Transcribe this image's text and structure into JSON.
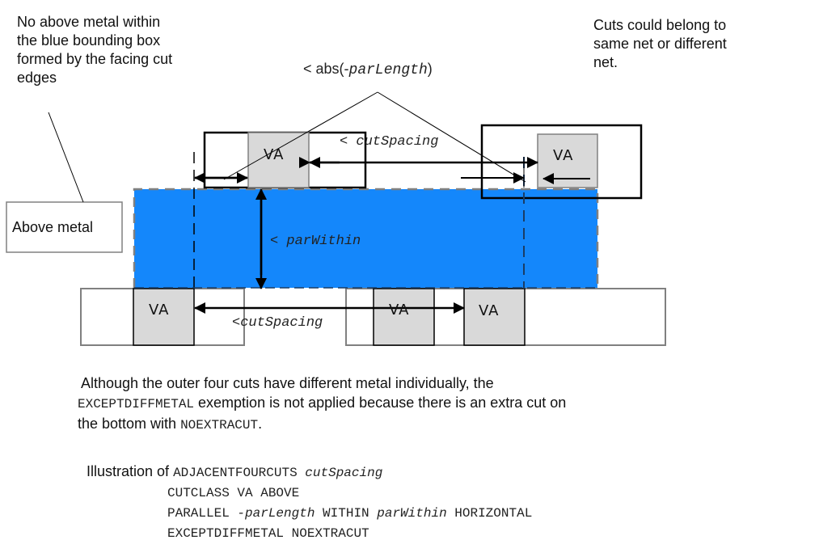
{
  "annotations": {
    "top_left": [
      "No above metal within",
      "the blue bounding box",
      "formed by the facing cut",
      "edges"
    ],
    "top_right": [
      "Cuts could belong to",
      "same net or different",
      "net."
    ],
    "above_metal_box": "Above metal"
  },
  "dimensions": {
    "parlength_prefix": "< abs(-",
    "parlength_var": "parLength",
    "parlength_suffix": ")",
    "cutspacing_top_prefix": "< ",
    "cutspacing_top_var": "cutSpacing",
    "parwithin_prefix": "< ",
    "parwithin_var": "parWithin",
    "cutspacing_bottom_prefix": "<",
    "cutspacing_bottom_var": "cutSpacing"
  },
  "cuts": {
    "top_left": "VA",
    "top_right": "VA",
    "bottom_left": "VA",
    "bottom_middle": "VA",
    "bottom_right": "VA"
  },
  "colors": {
    "above_metal": "#1487fb",
    "cut_fill": "#d9d9d9",
    "line": "#000000",
    "outline_gray": "#808080"
  },
  "caption": {
    "line1": " Although the outer four cuts have different metal individually, the",
    "line2_code": "EXCEPTDIFFMETAL",
    "line2_text": " exemption is not applied because there is an extra cut on",
    "line3_text": "the bottom with ",
    "line3_code": "NOEXTRACUT",
    "line3_end": "."
  },
  "illustration": {
    "prefix": "Illustration of ",
    "line1_code": "ADJACENTFOURCUTS ",
    "line1_var": "cutSpacing",
    "line2": "CUTCLASS VA ABOVE",
    "line3_a": "PARALLEL ",
    "line3_var1": "-parLength",
    "line3_b": " WITHIN ",
    "line3_var2": "parWithin",
    "line3_c": " HORIZONTAL",
    "line4": "EXCEPTDIFFMETAL NOEXTRACUT"
  }
}
